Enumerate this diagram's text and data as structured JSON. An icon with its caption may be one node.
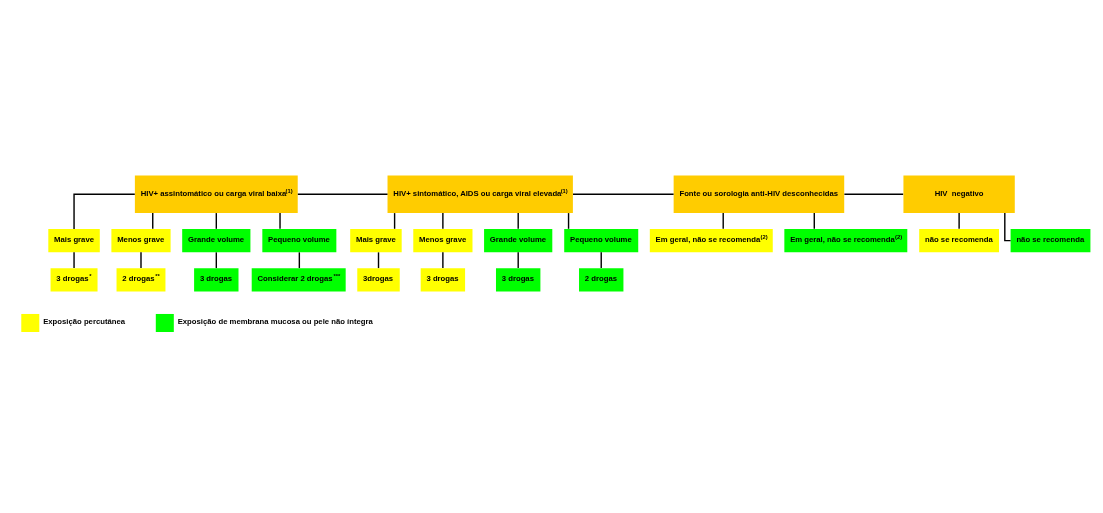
{
  "diagram": {
    "nodes": [
      {
        "text": [
          "HIV+ assintomático ou carga viral baixa$^{(1)}$"
        ]
      },
      {
        "text": [
          "Mais grave"
        ]
      },
      {
        "text": [
          "3 drogas$^{*}$"
        ]
      },
      {
        "text": [
          "Menos grave"
        ]
      },
      {
        "text": [
          "2 drogas$^{**}$"
        ]
      },
      {
        "text": [
          "Grande volume"
        ]
      },
      {
        "text": [
          "3 drogas"
        ]
      },
      {
        "text": [
          "Pequeno volume"
        ]
      },
      {
        "text": [
          "Considerar 2 drogas$^{***}$"
        ]
      },
      {
        "text": [
          "HIV+ sintomático, AIDS ou carga viral elevada$^{(1)}$"
        ]
      },
      {
        "text": [
          "Mais grave"
        ]
      },
      {
        "text": [
          "3drogas"
        ]
      },
      {
        "text": [
          "Menos grave"
        ]
      },
      {
        "text": [
          "3 drogas"
        ]
      },
      {
        "text": [
          "3 drogas"
        ]
      },
      {
        "text": [
          "Grande volume"
        ]
      },
      {
        "text": [
          "2 drogas"
        ]
      },
      {
        "text": [
          "Pequeno volume"
        ]
      },
      {
        "text": [
          "Fonte ou sorologia anti-HIV desconhecidas"
        ]
      },
      {
        "text": [
          "Em geral, não se recomenda$^{(2)}$"
        ]
      },
      {
        "text": [
          "Em geral, não se recomenda$^{(2)}$"
        ]
      },
      {
        "text": [
          "HIV  negativo"
        ]
      },
      {
        "text": [
          "não se recomenda"
        ]
      },
      {
        "text": [
          "não se recomenda"
        ]
      }
    ],
    "edges": [
      {
        "from": 0,
        "to": 9,
        "arrow": "none"
      },
      {
        "from": 9,
        "to": 18,
        "arrow": "none"
      },
      {
        "from": 18,
        "to": 21,
        "arrow": "none"
      },
      {
        "from": 0,
        "to": 1,
        "arrow": "none"
      },
      {
        "from": 0,
        "to": 3,
        "arrow": "none"
      },
      {
        "from": 0,
        "to": 5,
        "arrow": "none"
      },
      {
        "from": 0,
        "to": 7,
        "arrow": "none"
      },
      {
        "from": 1,
        "to": 2,
        "arrow": "none"
      },
      {
        "from": 3,
        "to": 4,
        "arrow": "none"
      },
      {
        "from": 5,
        "to": 6,
        "arrow": "none"
      },
      {
        "from": 7,
        "to": 8,
        "arrow": "none"
      },
      {
        "from": 9,
        "to": 10,
        "arrow": "none"
      },
      {
        "from": 9,
        "to": 12,
        "arrow": "none"
      },
      {
        "from": 10,
        "to": 11,
        "arrow": "none"
      },
      {
        "from": 12,
        "to": 13,
        "arrow": "none"
      },
      {
        "from": 9,
        "to": 15,
        "arrow": "none"
      },
      {
        "from": 9,
        "to": 17,
        "arrow": "none"
      },
      {
        "from": 15,
        "to": 14,
        "arrow": "none"
      },
      {
        "from": 17,
        "to": 16,
        "arrow": "none"
      },
      {
        "from": 18,
        "to": 19,
        "arrow": "none"
      },
      {
        "from": 18,
        "to": 20,
        "arrow": "none"
      },
      {
        "from": 21,
        "to": 22,
        "arrow": "none"
      },
      {
        "from": 21,
        "to": 23,
        "arrow": "none"
      }
    ],
    "legend": [
      {
        "text": "Exposição percutânea",
        "color": "#ffff00"
      },
      {
        "text": "Exposição de membrana mucosa ou pele não íntegra",
        "color": "#00ff00"
      }
    ]
  }
}
